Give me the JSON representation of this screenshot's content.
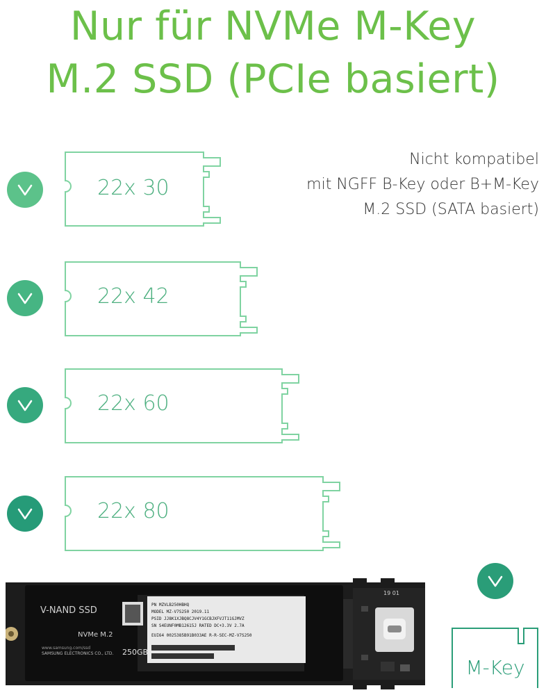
{
  "header": {
    "line1": "Nur für NVMe M-Key",
    "line2": "M.2 SSD (PCIe basiert)"
  },
  "note": {
    "line1": "Nicht kompatibel",
    "line2": "mit NGFF B-Key oder B+M-Key",
    "line3": "M.2 SSD (SATA basiert)"
  },
  "sizes": [
    {
      "label": "22x 30",
      "color": "#5cc28a"
    },
    {
      "label": "22x 42",
      "color": "#46b583"
    },
    {
      "label": "22x 60",
      "color": "#36a97e"
    },
    {
      "label": "22x 80",
      "color": "#269b78"
    }
  ],
  "photo": {
    "brand": "V-NAND SSD",
    "model": "NVMe M.2",
    "capacity": "250GB",
    "sticker_line1": "PN  MZVLB250HBHQ",
    "sticker_line2": "MODEL  MZ-V7S250       2019.11",
    "sticker_line3": "PSID  JJ8K1XJBQ8CJV4Y1GCBJXFVJT11GJMVZ",
    "sticker_line4": "SN  S4EUNF0MB12615J      RATED  DC+3.3V  2.7A",
    "sticker_line5": "EUI64  0025385B91B033AE      R-R-SEC-MZ-V7S250",
    "maker_url": "www.samsung.com/ssd",
    "maker": "SAMSUNG ELECTRONICS CO., LTD.",
    "board_mark": "19  01"
  },
  "mkey": {
    "label": "M-Key",
    "color": "#2a9d78"
  },
  "colors": {
    "title": "#6cc04a",
    "outline": "#7fd3a1",
    "label": "#4caf7f"
  }
}
